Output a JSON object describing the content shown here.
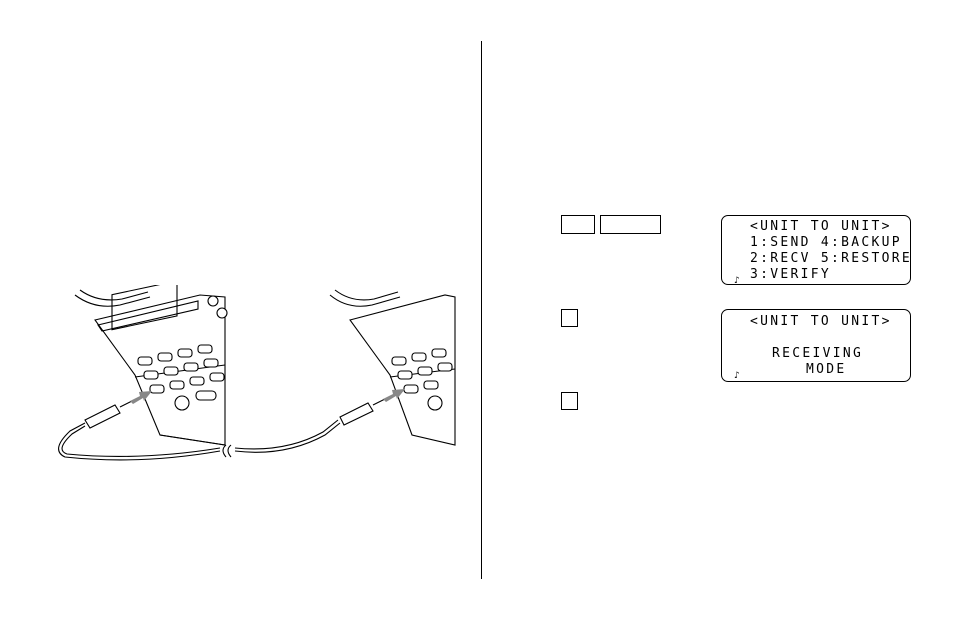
{
  "screen1": {
    "title": "<UNIT TO UNIT>",
    "lines": [
      "1:SEND 4:BACKUP",
      "2:RECV 5:RESTORE",
      "3:VERIFY"
    ],
    "note_icon": "music-note-icon",
    "note_glyph": "♪"
  },
  "screen2": {
    "title": "<UNIT TO UNIT>",
    "lines": [
      "RECEIVING",
      "MODE"
    ],
    "note_icon": "music-note-icon",
    "note_glyph": "♪"
  }
}
